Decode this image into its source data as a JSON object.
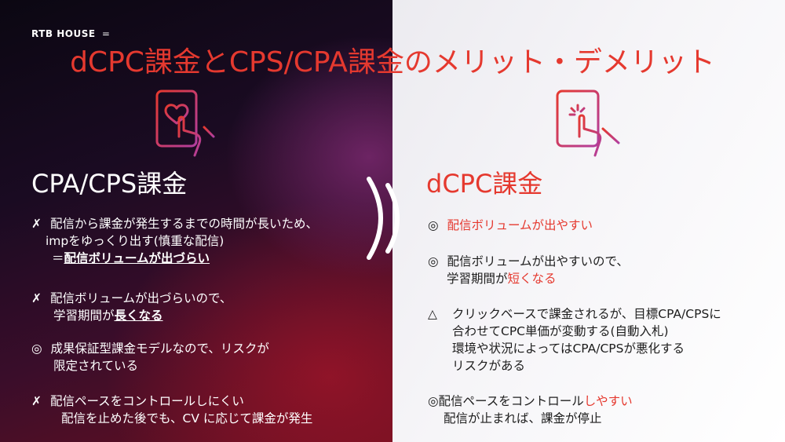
{
  "logo": {
    "text": "RTB HOUSE",
    "menu_glyph": "="
  },
  "title": "dCPC課金とCPS/CPA課金のメリット・デメリット",
  "colors": {
    "accent_red": "#e5392f",
    "icon_gradient_start": "#e5392f",
    "icon_gradient_end": "#b13ea0"
  },
  "left": {
    "icon": "phone-heart-tap-icon",
    "heading": "CPA/CPS課金",
    "items": [
      {
        "bullet": "✗",
        "line1": "配信から課金が発生するまでの時間が長いため、",
        "line2": "impをゆっくり出す(慎重な配信)",
        "line3_prefix": "＝",
        "line3_emph": "配信ボリュームが出づらい"
      },
      {
        "bullet": "✗",
        "line1": "配信ボリュームが出づらいので、",
        "line2_prefix": "学習期間が",
        "line2_emph": "長くなる"
      },
      {
        "bullet": "◎",
        "line1": "成果保証型課金モデルなので、リスクが",
        "line2": "限定されている"
      },
      {
        "bullet": "✗",
        "line1": "配信ペースをコントロールしにくい",
        "line2": "配信を止めた後でも、CV に応じて課金が発生"
      }
    ]
  },
  "right": {
    "icon": "phone-tap-click-icon",
    "heading": "dCPC課金",
    "items": [
      {
        "bullet": "◎",
        "line1_red": "配信ボリュームが出やすい"
      },
      {
        "bullet": "◎",
        "line1": "配信ボリュームが出やすいので、",
        "line2_prefix": "学習期間が",
        "line2_red": "短くなる"
      },
      {
        "bullet": "△",
        "line1": "クリックベースで課金されるが、目標CPA/CPSに",
        "line2": "合わせてCPC単価が変動する(自動入札)",
        "line3": "環境や状況によってはCPA/CPSが悪化する",
        "line4": "リスクがある"
      },
      {
        "bullet": "◎",
        "line1": "配信ペースをコントロール",
        "line1_red": "しやすい",
        "line2": "配信が止まれば、課金が停止"
      }
    ]
  }
}
